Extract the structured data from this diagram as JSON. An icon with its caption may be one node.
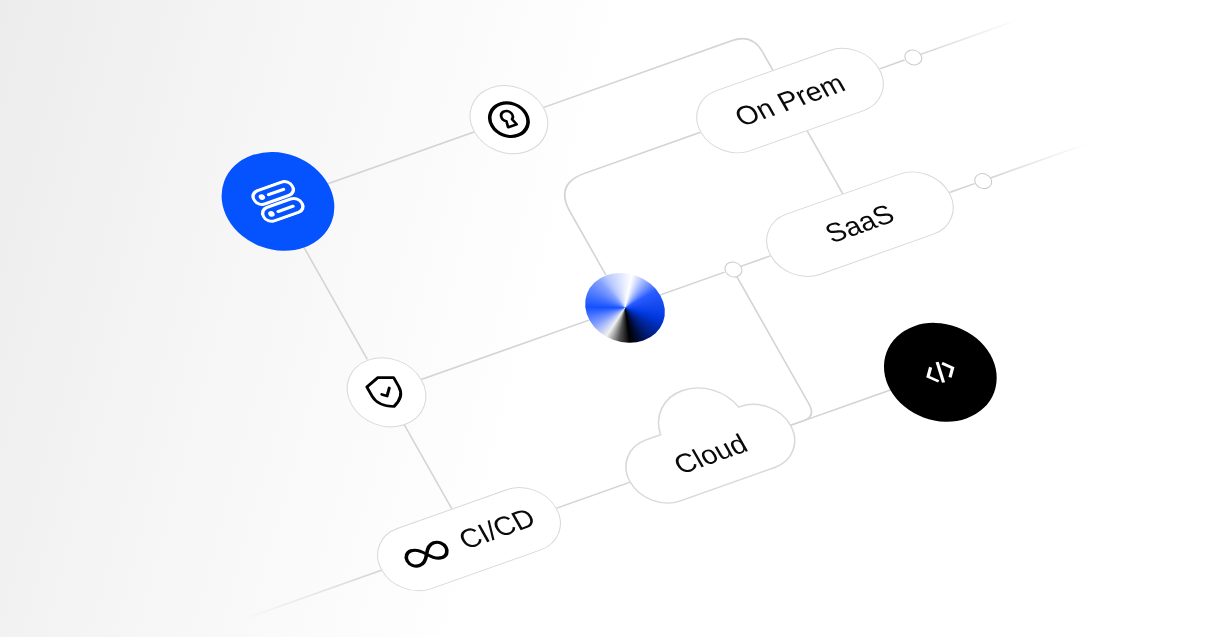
{
  "diagram": {
    "nodes": [
      {
        "text": [],
        "shape": "circle"
      },
      {
        "text": [],
        "shape": "circle"
      },
      {
        "text": [
          "On Prem"
        ]
      },
      {
        "text": [],
        "shape": "circle"
      },
      {
        "text": [
          "SaaS"
        ]
      },
      {
        "text": [],
        "shape": "circle"
      },
      {
        "text": [],
        "shape": "circle"
      },
      {
        "text": [],
        "shape": "circle"
      },
      {
        "text": [],
        "shape": "circle"
      },
      {
        "text": [],
        "shape": "circle"
      },
      {
        "text": [
          "Cloud"
        ]
      },
      {
        "text": [
          "CI/CD"
        ]
      }
    ],
    "edges": [
      {
        "from": 0,
        "to": 1,
        "arrow": "none"
      },
      {
        "from": 1,
        "to": 2,
        "arrow": "none"
      },
      {
        "from": 2,
        "to": 3,
        "arrow": "none"
      },
      {
        "from": 3,
        "to": null,
        "arrow": "none"
      },
      {
        "from": 2,
        "to": 7,
        "arrow": "none"
      },
      {
        "from": 2,
        "to": 4,
        "arrow": "none"
      },
      {
        "from": 4,
        "to": 5,
        "arrow": "none"
      },
      {
        "from": 5,
        "to": null,
        "arrow": "none"
      },
      {
        "from": 7,
        "to": 6,
        "arrow": "none"
      },
      {
        "from": 6,
        "to": 4,
        "arrow": "none"
      },
      {
        "from": 0,
        "to": 8,
        "arrow": "none"
      },
      {
        "from": 8,
        "to": 7,
        "arrow": "none"
      },
      {
        "from": 8,
        "to": 11,
        "arrow": "none"
      },
      {
        "from": 6,
        "to": 10,
        "arrow": "none"
      },
      {
        "from": 11,
        "to": 10,
        "arrow": "none"
      },
      {
        "from": 10,
        "to": 9,
        "arrow": "none"
      },
      {
        "from": 11,
        "to": null,
        "arrow": "none"
      }
    ]
  }
}
